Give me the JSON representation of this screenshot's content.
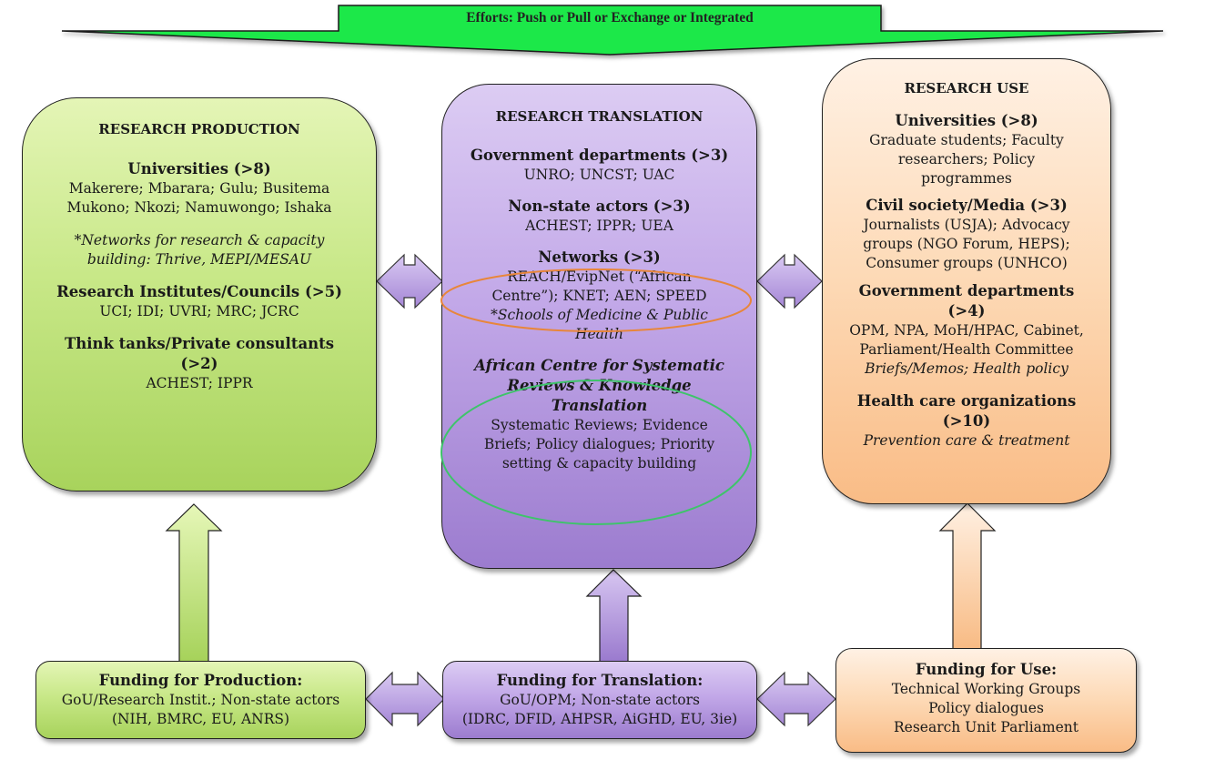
{
  "banner": {
    "label": "Efforts: Push or Pull or Exchange or Integrated"
  },
  "colors": {
    "banner_green": "#1ee84a",
    "production_green": "#c8e888",
    "translation_purple": "#c2a8e8",
    "use_peach": "#fdd9b5",
    "networks_ellipse": "#e8863a",
    "acsr_ellipse": "#3ec46a"
  },
  "production": {
    "title": "RESEARCH PRODUCTION",
    "sections": [
      {
        "heading": "Universities (>8)",
        "lines": [
          "Makerere; Mbarara; Gulu; Busitema",
          "Mukono; Nkozi; Namuwongo; Ishaka"
        ]
      },
      {
        "note_lines": [
          "*Networks for research & capacity",
          "building: Thrive, MEPI/MESAU"
        ]
      },
      {
        "heading": "Research Institutes/Councils (>5)",
        "lines": [
          "UCI; IDI; UVRI; MRC; JCRC"
        ]
      },
      {
        "heading_lines": [
          "Think tanks/Private consultants",
          "(>2)"
        ],
        "lines": [
          "ACHEST; IPPR"
        ]
      }
    ]
  },
  "translation": {
    "title": "RESEARCH TRANSLATION",
    "sections": [
      {
        "heading": "Government departments (>3)",
        "lines": [
          "UNRO; UNCST; UAC"
        ]
      },
      {
        "heading": "Non-state actors (>3)",
        "lines": [
          "ACHEST; IPPR; UEA"
        ]
      },
      {
        "heading": "Networks (>3)",
        "lines": [
          "REACH/EvipNet (“African",
          "Centre”); KNET; AEN; SPEED"
        ],
        "note_lines": [
          "*Schools of Medicine & Public",
          "Health"
        ]
      },
      {
        "heading_lines": [
          "African Centre for Systematic",
          "Reviews & Knowledge",
          "Translation"
        ],
        "lines": [
          "Systematic Reviews; Evidence",
          "Briefs; Policy dialogues; Priority",
          "setting & capacity building"
        ]
      }
    ]
  },
  "use": {
    "title": "RESEARCH USE",
    "sections": [
      {
        "heading": "Universities (>8)",
        "lines": [
          "Graduate students; Faculty",
          "researchers; Policy",
          "programmes"
        ]
      },
      {
        "heading": "Civil society/Media (>3)",
        "lines": [
          "Journalists (USJA); Advocacy",
          "groups (NGO Forum, HEPS);",
          "Consumer groups (UNHCO)"
        ]
      },
      {
        "heading_lines": [
          "Government departments",
          "(>4)"
        ],
        "lines": [
          "OPM, NPA, MoH/HPAC, Cabinet,",
          "Parliament/Health Committee"
        ],
        "note_lines": [
          "Briefs/Memos; Health policy"
        ]
      },
      {
        "heading_lines": [
          "Health care organizations",
          "(>10)"
        ],
        "note_lines": [
          "Prevention care & treatment"
        ]
      }
    ]
  },
  "funding": {
    "production": {
      "title": "Funding for Production:",
      "lines": [
        "GoU/Research Instit.; Non-state actors",
        "(NIH, BMRC, EU, ANRS)"
      ]
    },
    "translation": {
      "title": "Funding for Translation:",
      "lines": [
        "GoU/OPM; Non-state actors",
        "(IDRC, DFID, AHPSR, AiGHD, EU, 3ie)"
      ]
    },
    "use": {
      "title": "Funding for Use:",
      "lines": [
        "Technical Working Groups",
        "Policy dialogues",
        "Research Unit Parliament"
      ]
    }
  }
}
